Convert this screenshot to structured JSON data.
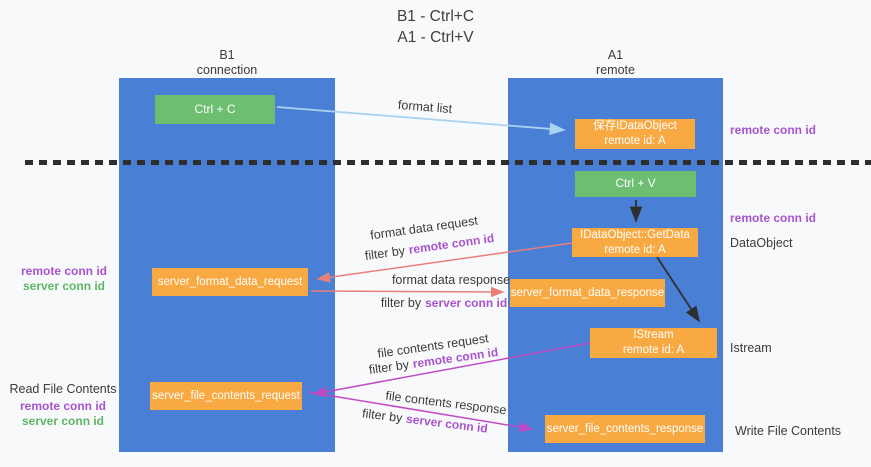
{
  "title": {
    "line1": "B1 - Ctrl+C",
    "line2": "A1 - Ctrl+V"
  },
  "lifelines": {
    "left": {
      "title": "B1",
      "subtitle": "connection"
    },
    "right": {
      "title": "A1",
      "subtitle": "remote"
    }
  },
  "boxes": {
    "ctrl_c": {
      "label": "Ctrl + C"
    },
    "ctrl_v": {
      "label": "Ctrl + V"
    },
    "save_dataobject": {
      "line1": "保存IDataObject",
      "line2": "remote id: A"
    },
    "getdata": {
      "line1": "IDataObject::GetData",
      "line2": "remote id: A"
    },
    "istream": {
      "line1": "IStream",
      "line2": "remote id: A"
    },
    "server_format_data_request": {
      "label": "server_format_data_request"
    },
    "server_format_data_response": {
      "label": "server_format_data_response"
    },
    "server_file_contents_request": {
      "label": "server_file_contents_request"
    },
    "server_file_contents_response": {
      "label": "server_file_contents_response"
    }
  },
  "messages": {
    "format_list": {
      "label": "format list"
    },
    "format_data_request": {
      "label": "format data request",
      "filter_prefix": "filter by",
      "filter_key": "remote conn id"
    },
    "format_data_response": {
      "label": "format data response",
      "filter_prefix": "filter by",
      "filter_key": "server conn id"
    },
    "file_contents_request": {
      "label": "file contents request",
      "filter_prefix": "filter by",
      "filter_key": "remote conn id"
    },
    "file_contents_response": {
      "label": "file contents response",
      "filter_prefix": "filter by",
      "filter_key": "server conn id"
    }
  },
  "annotations": {
    "right_remote_conn_id_top": "remote conn id",
    "right_remote_conn_id_mid": "remote conn id",
    "dataobject_label": "DataObject",
    "istream_label": "Istream",
    "write_file_contents": "Write File Contents",
    "left_remote_conn_id_mid": "remote conn id",
    "left_server_conn_id_mid": "server conn id",
    "read_file_contents": "Read File Contents",
    "left_remote_conn_id_bottom": "remote conn id",
    "left_server_conn_id_bottom": "server conn id"
  },
  "colors": {
    "lifeline_blue": "#4a7fd6",
    "box_green": "#6dbe71",
    "box_orange": "#f8a942",
    "arrow_lightblue": "#a9d3f0",
    "arrow_salmon": "#e97f78",
    "arrow_magenta": "#bf4bc4",
    "arrow_black": "#2f2f2f",
    "text_purple": "#a855cc",
    "text_green": "#5eb564"
  }
}
